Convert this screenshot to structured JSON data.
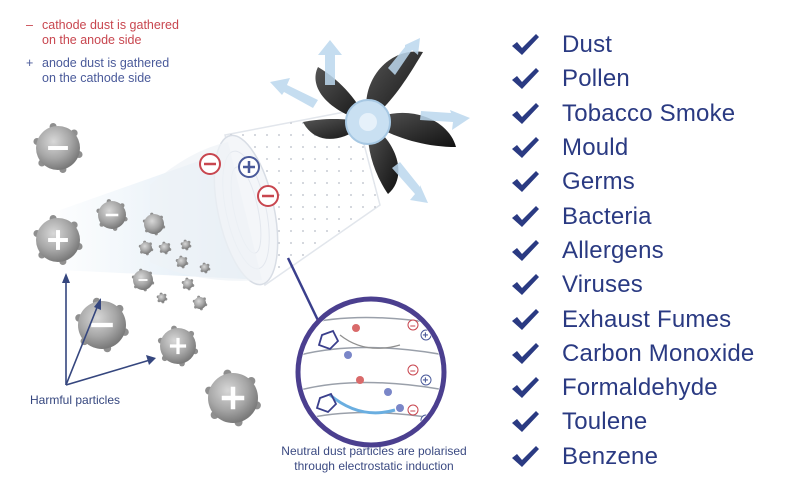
{
  "legend": [
    {
      "symbol": "–",
      "text": "cathode dust is gathered\non the anode side",
      "color": "#c8464f"
    },
    {
      "symbol": "+",
      "text": "anode dust is gathered\non the cathode side",
      "color": "#4a5a9a"
    }
  ],
  "harmful_label": "Harmful particles",
  "caption": "Neutral dust particles are polarised\nthrough electrostatic induction",
  "checklist": [
    "Dust",
    "Pollen",
    "Tobacco Smoke",
    "Mould",
    "Germs",
    "Bacteria",
    "Allergens",
    "Viruses",
    "Exhaust Fumes",
    "Carbon Monoxide",
    "Formaldehyde",
    "Toulene",
    "Benzene"
  ],
  "colors": {
    "accent": "#2a3a82",
    "negative": "#c8464f",
    "positive": "#4a5a9a",
    "fan": "#1c1c1c",
    "particle": "#9a9a9a"
  },
  "icons": {
    "check": "check-icon",
    "fan": "fan-icon",
    "minus": "minus-charge-icon",
    "plus": "plus-charge-icon"
  }
}
